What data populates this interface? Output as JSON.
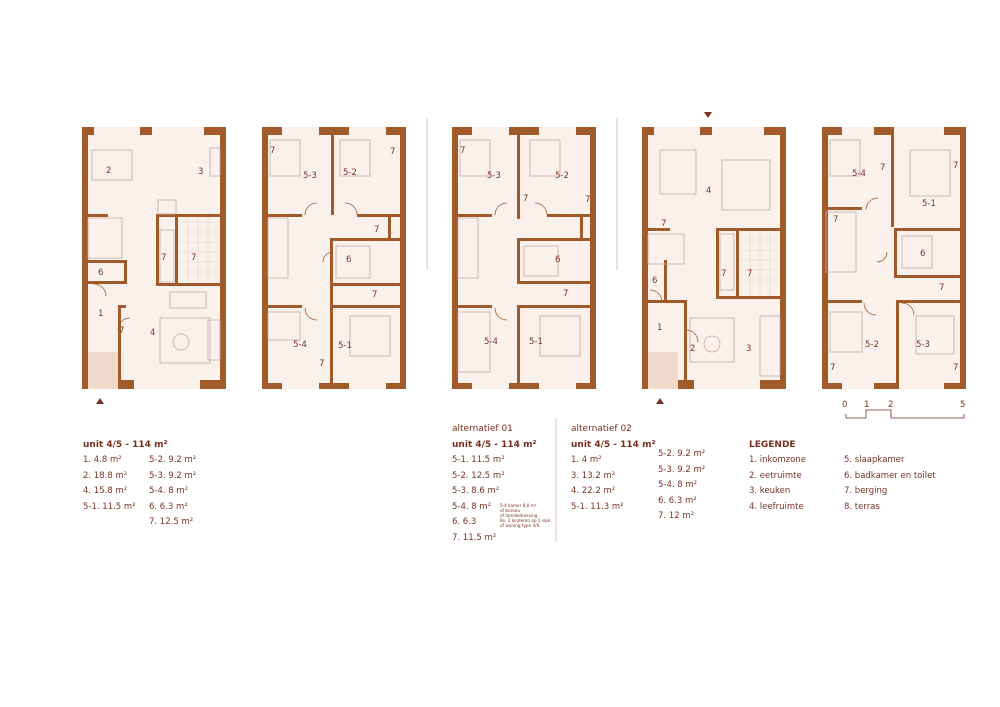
{
  "plans": {
    "p1": {
      "labels": [
        "2",
        "3",
        "7",
        "7",
        "6",
        "1",
        "7",
        "4"
      ]
    },
    "p2": {
      "labels": [
        "7",
        "5-3",
        "5-2",
        "7",
        "7",
        "6",
        "7",
        "5-4",
        "5-1",
        "7"
      ]
    },
    "p3": {
      "labels": [
        "7",
        "5-3",
        "5-2",
        "7",
        "7",
        "6",
        "7",
        "5-4",
        "5-1"
      ]
    },
    "p4": {
      "labels": [
        "4",
        "7",
        "7",
        "7",
        "6",
        "1",
        "2",
        "3"
      ]
    },
    "p5": {
      "labels": [
        "5-4",
        "7",
        "7",
        "5-1",
        "7",
        "6",
        "7",
        "5-2",
        "5-3",
        "7",
        "7"
      ]
    }
  },
  "scale": {
    "ticks": [
      "0",
      "1",
      "2",
      "5"
    ]
  },
  "unit_a": {
    "heading": "unit 4/5 - 114 m²",
    "col1": [
      "1. 4.8 m²",
      "2. 18.8 m²",
      "4. 15.8 m²",
      "5-1. 11.5 m²"
    ],
    "col2": [
      "5-2. 9.2 m²",
      "5-3. 9.2 m²",
      "5-4. 8 m²",
      "6. 6.3 m²",
      "7. 12.5 m²"
    ]
  },
  "alt1": {
    "title": "alternatief 01",
    "heading": "unit 4/5 - 114 m²",
    "col1": [
      "5-1. 11.5 m²",
      "5-2. 12.5 m²",
      "5-3. 8.6 m²",
      "5-4.  8 m²",
      "6. 6.3",
      "7. 11.5 m²"
    ],
    "note": "5-4 kamer 8,0 m²\nof bureau\nof familiedressing\nBv. 2 kinderen op 1 slpk\nof woning type 4/6."
  },
  "alt2": {
    "title": "alternatief 02",
    "heading": "unit 4/5 - 114 m²",
    "col1": [
      "1. 4 m²",
      "3. 13.2 m²",
      "4. 22.2 m²",
      "5-1. 11.3 m²"
    ],
    "col2": [
      "5-2. 9.2 m²",
      "5-3. 9.2 m²",
      "5-4. 8 m²",
      "6.  6.3 m²",
      "7. 12 m²"
    ]
  },
  "legend": {
    "title": "LEGENDE",
    "col1": [
      "1. inkomzone",
      "2. eetruimte",
      "3. keuken",
      "4. leefruimte"
    ],
    "col2": [
      "5. slaapkamer",
      "6. badkamer en toilet",
      "7. berging",
      "8. terras"
    ]
  },
  "colors": {
    "wall": "#a15a2a",
    "floor": "#fbf1ec",
    "ink": "#7a2e1c",
    "furniture": "#c9a8a0",
    "terrace": "#f1d9cc"
  }
}
